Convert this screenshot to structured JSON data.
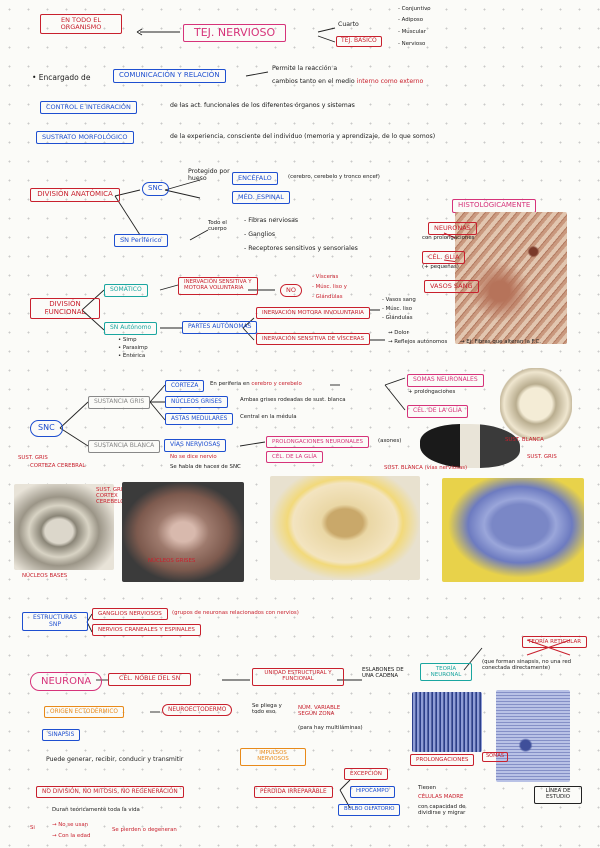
{
  "title": {
    "main": "TEJ. NERVIOSO",
    "left": "EN TODO EL ORGANISMO",
    "cuarto": "Cuarto",
    "basico": "TEJ. BÁSICO",
    "tissues": [
      "- Conjuntivo",
      "- Adiposo",
      "- Muscular",
      "- Nervioso"
    ]
  },
  "intro": {
    "l1_pre": "• Encargado de",
    "l1_box": "COMUNICACIÓN Y RELACIÓN",
    "l1_a": "Permite la reacción a",
    "l1_b": "cambios tanto en el medio",
    "l1_c": "interno como externo",
    "l2_box": "CONTROL E INTEGRACIÓN",
    "l2_txt": "de las act. funcionales de los diferentes órganos y sistemas",
    "l3_box": "SUSTRATO MORFOLÓGICO",
    "l3_txt": "de la experiencia, consciente del individuo (memoria y aprendizaje, de lo que somos)"
  },
  "anatomica": {
    "title": "DIVISIÓN ANATÓMICA",
    "snc": "SNC",
    "snp": "SN Periférico",
    "protegido": "Protegido por hueso",
    "encefalo": "ENCÉFALO",
    "encefalo_note": "(cerebro, cerebelo y tronco encef)",
    "medula": "MÉD. ESPINAL",
    "todo_cuerpo": "Todo el cuerpo",
    "snp_items": [
      "- Fibras nerviosas",
      "- Ganglios",
      "- Receptores sensitivos y sensoriales"
    ]
  },
  "histo": {
    "title": "HISTOLÓGICAMENTE",
    "neuronas": "NEURONAS",
    "neuronas_note": "con prolongaciones",
    "glia": "CÉL. GLÍA",
    "glia_note": "(+ pequeñas)",
    "vasos": "VASOS SANG"
  },
  "funcional": {
    "title": "DIVISIÓN FUNCIONAL",
    "somatico": "SOMÁTICO",
    "autonomo": "SN Autónomo",
    "inervacion": "INERVACIÓN SENSITIVA Y MOTORA VOLUNTARIA",
    "no": "NO",
    "no_items": [
      "- Vísceras",
      "- Músc. liso y",
      "- Glándulas"
    ],
    "partes": "PARTES AUTÓNOMAS",
    "simp": [
      "• Simp",
      "• Parasimp",
      "• Entérica"
    ],
    "motora": "INERVACIÓN MOTORA INVOLUNTARIA",
    "vasos_list": [
      "- Vasos sang",
      "- Músc. liso",
      "- Glándulas"
    ],
    "sensitiva": "INERVACIÓN SENSITIVA DE VÍSCERAS",
    "dolor": "→ Dolor",
    "reflejos": "→ Reflejos autónomos",
    "ej": "→ Ej: Fibras que alteran la F.C."
  },
  "snc_section": {
    "snc": "SNC",
    "gris": "SUSTANCIA GRIS",
    "blanca": "SUSTANCIA BLANCA",
    "corteza": "CORTEZA",
    "corteza_txt": "En periferia en",
    "cerebro": "cerebro y cerebelo",
    "nucleos": "NÚCLEOS GRISES",
    "nucleos_txt": "Ambas grises rodeadas de sust. blanca",
    "astas": "ASTAS MEDULARES",
    "astas_txt": "Central en la médula",
    "vias": "VÍAS NERVIOSAS",
    "no_glia": "No se dice nervio",
    "haces": "Se habla de haces de SNC",
    "prolong": "PROLONGACIONES NEURONALES",
    "axones": "(axones)",
    "cel_glia": "CÉL. DE LA GLÍA",
    "somas": "SOMAS NEURONALES",
    "somas_note": "+ prolongaciones",
    "cel_glia2": "CÉL. DE LA GLÍA",
    "blanca_lbl": "SUST. BLANCA",
    "gris_lbl": "SUST. GRIS",
    "gris_cort": "SUST. GRIS",
    "corteza_cer": "CORTEZA CEREBRAL",
    "nucleos_bases": "NÚCLEOS BASES",
    "sgris_cortex": "SUST. GRIS CORTEX CEREBELO",
    "nucleos_grises": "NÚCLEOS GRISES",
    "sblanca_vias": "SUST. BLANCA (vías nerviosas)"
  },
  "snp_section": {
    "title": "ESTRUCTURAS SNP",
    "ganglios": "GANGLIOS NERVIOSOS",
    "ganglios_note": "(grupos de neuronas relacionados con nervios)",
    "nervios": "NERVIOS CRANEALES Y ESPINALES"
  },
  "neurona": {
    "title": "NEURONA",
    "cel_noble": "CÉL. NOBLE DEL SN",
    "unidad": "UNIDAD ESTRUCTURAL Y FUNCIONAL",
    "eslabones": "ESLABONES DE UNA CADENA",
    "teoria_neuronal": "TEORÍA NEURONAL",
    "teoria_note": "(que forman sinapsis, no una red conectada directamente)",
    "teoria_reticular": "TEORÍA RETICULAR",
    "origen": "ORIGEN ECTODÉRMICO",
    "neuroecto": "NEUROECTODERMO",
    "pliega": "Se pliega y todo eso",
    "num": "NÚM. VARIABLE SEGÚN ZONA",
    "num_note": "(para hay multiláminas)",
    "sinapsis": "SINAPSIS",
    "puede": "Puede generar, recibir, conducir y transmitir",
    "impulsos": "IMPULSOS NERVIOSOS",
    "prolongaciones": "PROLONGACIONES",
    "somas": "SOMAS",
    "no_division": "NO DIVISIÓN, NO MITOSIS, NO REGENERACIÓN",
    "perdida": "PÉRDIDA IRREPARABLE",
    "duran": "Duran teóricamente toda la vida",
    "si": "Si",
    "no_usan": "→ No se usan",
    "con_edad": "→ Con la edad",
    "pierden": "Se pierden o degeneran",
    "excepcion": "EXCEPCIÓN",
    "hipocampo": "HIPOCAMPO",
    "bulbo": "BULBO OLFATORIO",
    "tienen": "Tienen",
    "celulas_madre": "CÉLULAS MADRE",
    "capacidad": "con capacidad de dividirse y migrar",
    "linea": "LÍNEA DE ESTUDIO"
  }
}
